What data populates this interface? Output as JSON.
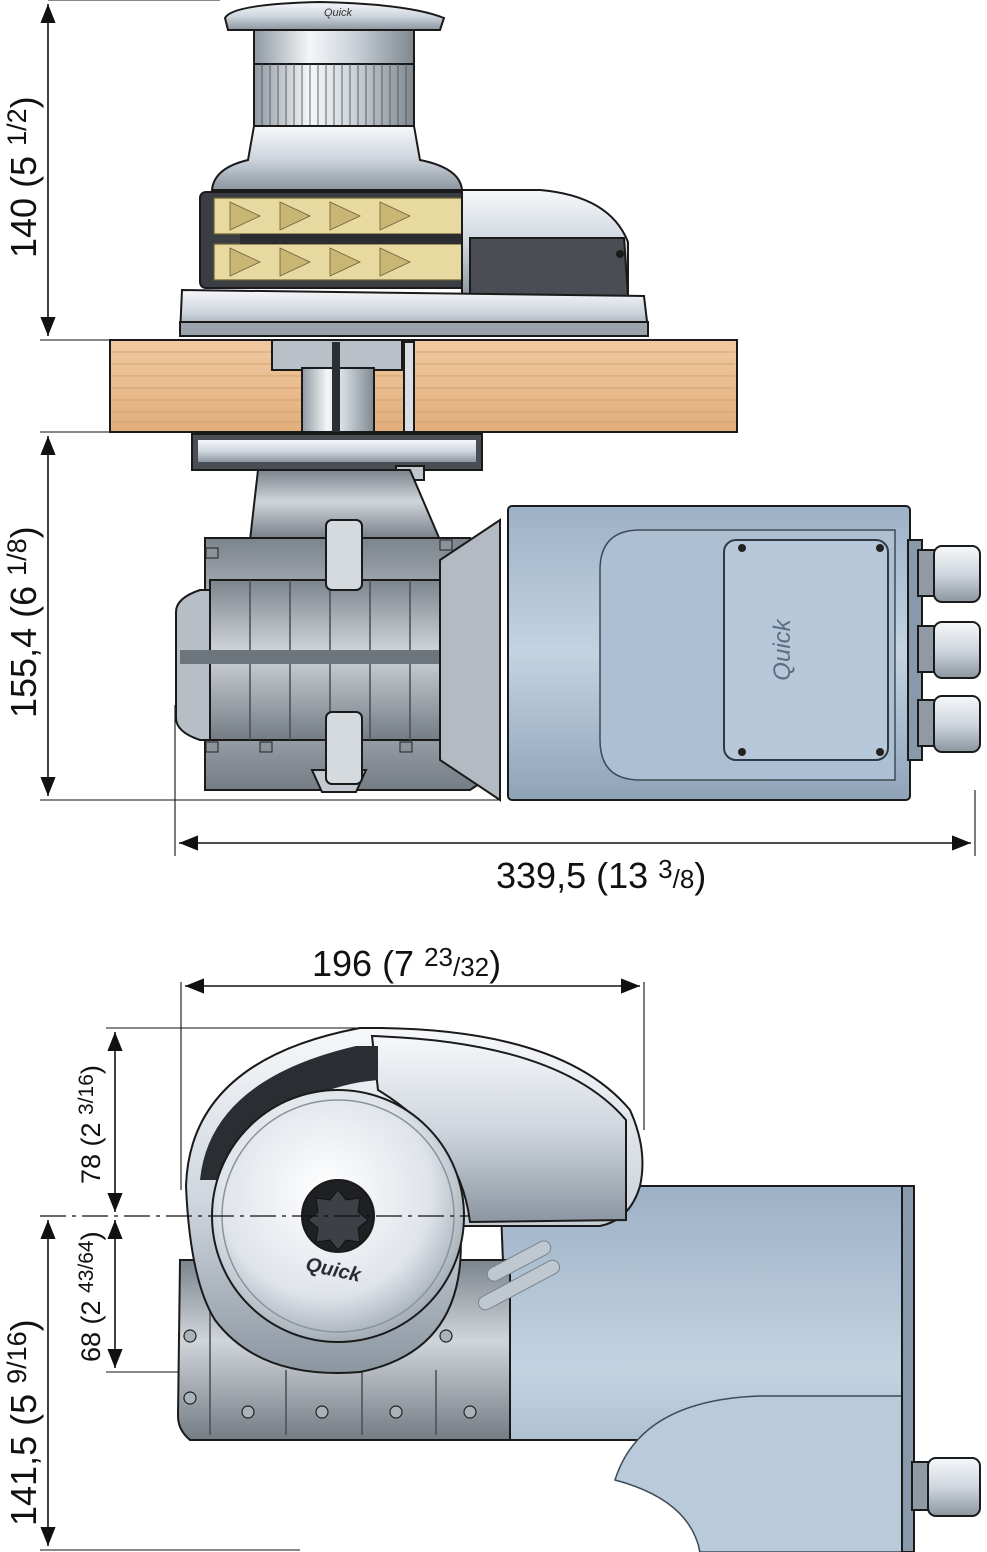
{
  "dimensions": {
    "top_view": {
      "height_above_deck": {
        "main": "140 (5 ",
        "frac": "1/2",
        "close": ")"
      },
      "height_below_deck": {
        "main": "155,4 (6 ",
        "frac": "1/8",
        "close": ")"
      },
      "total_length": {
        "main": "339,5 (13 ",
        "frac_num": "3",
        "frac_den": "/8",
        "close": ")"
      }
    },
    "side_view": {
      "width": {
        "main": "196 (7 ",
        "frac_num": "23",
        "frac_den": "/32",
        "close": ")"
      },
      "upper_offset": {
        "main": "78 (2 ",
        "frac": "3/16",
        "close": ")"
      },
      "lower_offset": {
        "main": "68 (2 ",
        "frac": "43/64",
        "close": ")"
      },
      "total_height": {
        "main": "141,5 (5 ",
        "frac": "9/16",
        "close": ")"
      }
    }
  },
  "branding": {
    "logo_text": "Quick"
  },
  "colors": {
    "deck_wood": "#e8b98a",
    "motor_blue": "#a9bccf",
    "chrome": "#d6dde4",
    "gearbox_grey": "#9aa3ac",
    "gypsy_brass": "#e8d9a0",
    "dark": "#3a3d42"
  }
}
